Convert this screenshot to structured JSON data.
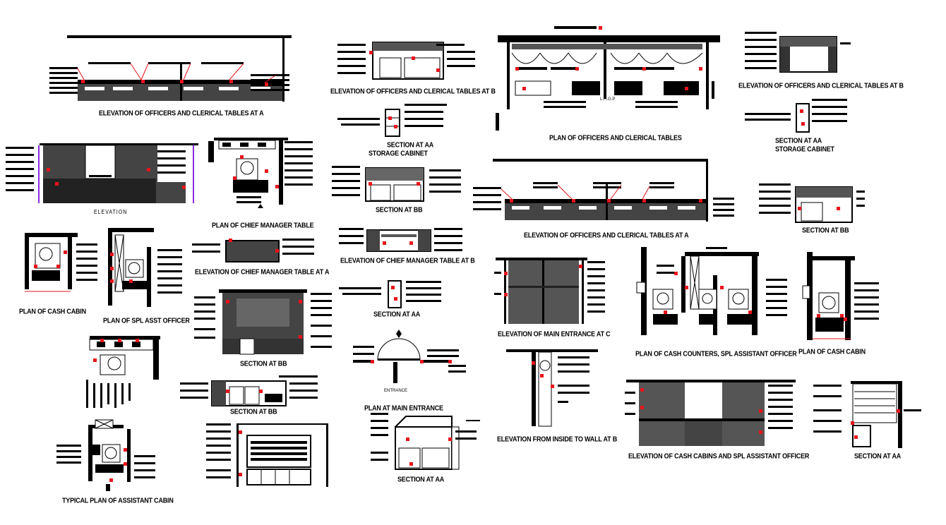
{
  "captions": {
    "elev_a_top": "ELEVATION OF OFFICERS AND CLERICAL TABLES AT A",
    "elev_b_mid": "ELEVATION OF OFFICERS AND CLERICAL TABLES AT B",
    "plan_officers": "PLAN OF OFFICERS AND CLERICAL TABLES",
    "elev_b_right": "ELEVATION OF OFFICERS AND CLERICAL TABLES AT B",
    "section_aa_storage_mid": "SECTION AT AA",
    "storage_cabinet_mid": "STORAGE CABINET",
    "section_aa_storage_right": "SECTION AT AA",
    "storage_cabinet_right": "STORAGE CABINET",
    "elevation_left": "ELEVATION",
    "plan_chief_manager": "PLAN OF CHIEF MANAGER TABLE",
    "section_bb_mid": "SECTION AT BB",
    "elev_a_right": "ELEVATION OF OFFICERS AND CLERICAL TABLES AT A",
    "section_bb_right": "SECTION AT BB",
    "plan_cash_cabin_left": "PLAN OF CASH CABIN",
    "plan_spl_asst": "PLAN OF SPL ASST OFFICER",
    "elev_chief_a": "ELEVATION OF CHIEF MANAGER TABLE AT A",
    "elev_chief_b": "ELEVATION OF CHIEF MANAGER TABLE AT B",
    "section_aa_small": "SECTION AT AA",
    "elev_main_entrance": "ELEVATION OF MAIN ENTRANCE AT C",
    "plan_cash_counters": "PLAN OF CASH COUNTERS, SPL ASSISTANT OFFICER",
    "plan_cash_cabin_right": "PLAN OF CASH CABIN",
    "section_bb_large": "SECTION AT BB",
    "entrance_label": "ENTRANCE",
    "plan_main_entrance": "PLAN AT MAIN ENTRANCE",
    "elev_inside_wall": "ELEVATION FROM INSIDE TO WALL AT B",
    "elev_cash_cabins": "ELEVATION OF CASH CABINS AND SPL ASSISTANT OFFICER",
    "section_aa_right": "SECTION AT AA",
    "section_bb_bottom": "SECTION AT BB",
    "section_aa_bottom": "SECTION AT AA",
    "typical_plan": "TYPICAL PLAN OF ASSISTANT CABIN",
    "lhgp": "L.H.G.P"
  },
  "colors": {
    "ink": "#000000",
    "accent": "#e8141b",
    "paper": "#ffffff",
    "hatch": "#555555",
    "purple": "#8a2be2"
  }
}
